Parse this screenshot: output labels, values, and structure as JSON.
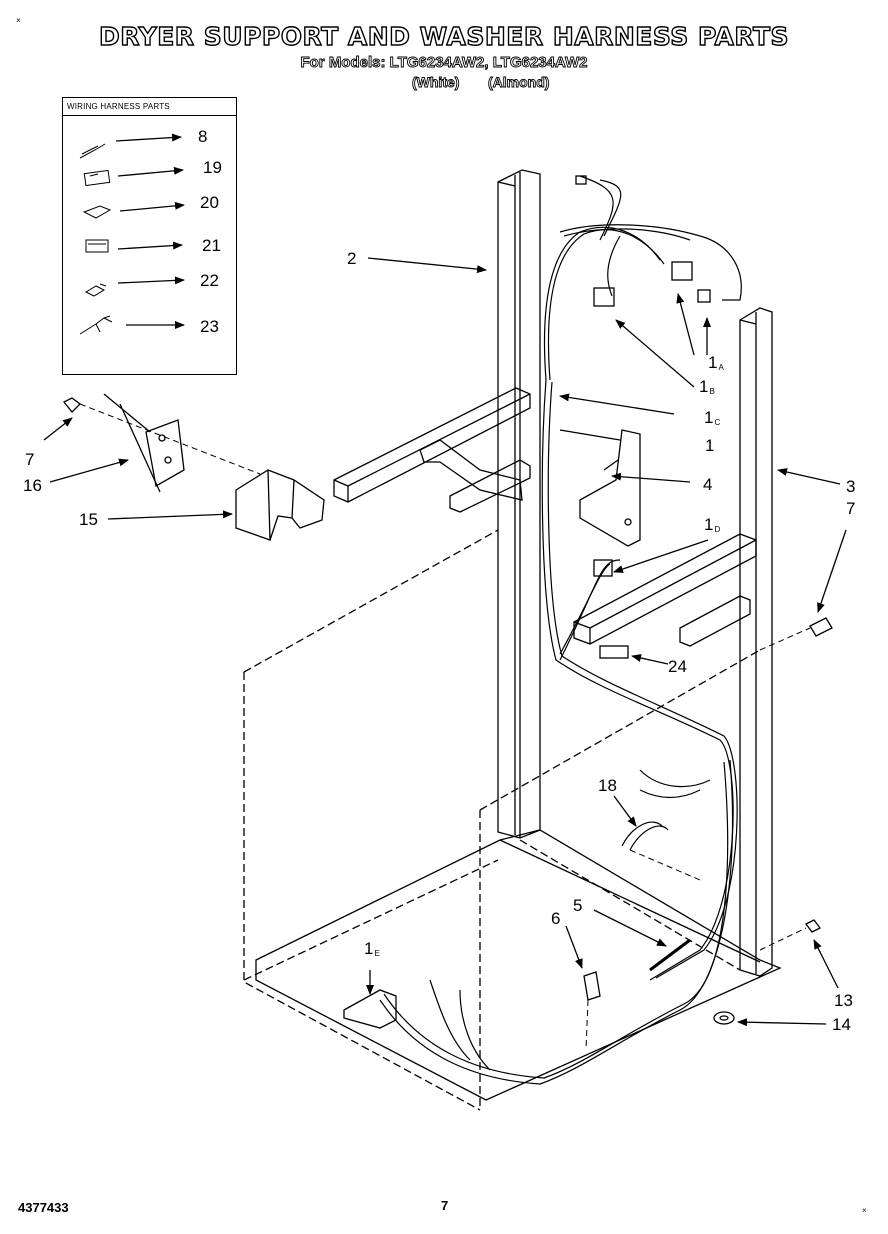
{
  "header": {
    "title": "DRYER SUPPORT AND WASHER HARNESS PARTS",
    "subtitle": "For Models: LTG6234AW2, LTG6234AW2",
    "variant_white": "(White)",
    "variant_almond": "(Almond)"
  },
  "inset": {
    "title": "WIRING HARNESS PARTS",
    "callouts": [
      "8",
      "19",
      "20",
      "21",
      "22",
      "23"
    ]
  },
  "callouts": {
    "c2": "2",
    "c1a": "1",
    "c1a_sub": "A",
    "c1b": "1",
    "c1b_sub": "B",
    "c1c": "1",
    "c1c_sub": "C",
    "c1": "1",
    "c4": "4",
    "c3": "3",
    "c7_right": "7",
    "c1d": "1",
    "c1d_sub": "D",
    "c24": "24",
    "c7_left": "7",
    "c16": "16",
    "c15": "15",
    "c18": "18",
    "c5": "5",
    "c6": "6",
    "c1e": "1",
    "c1e_sub": "E",
    "c13": "13",
    "c14": "14"
  },
  "footer": {
    "part_number": "4377433",
    "page_number": "7"
  },
  "marks": {
    "corner_mark": "×"
  }
}
